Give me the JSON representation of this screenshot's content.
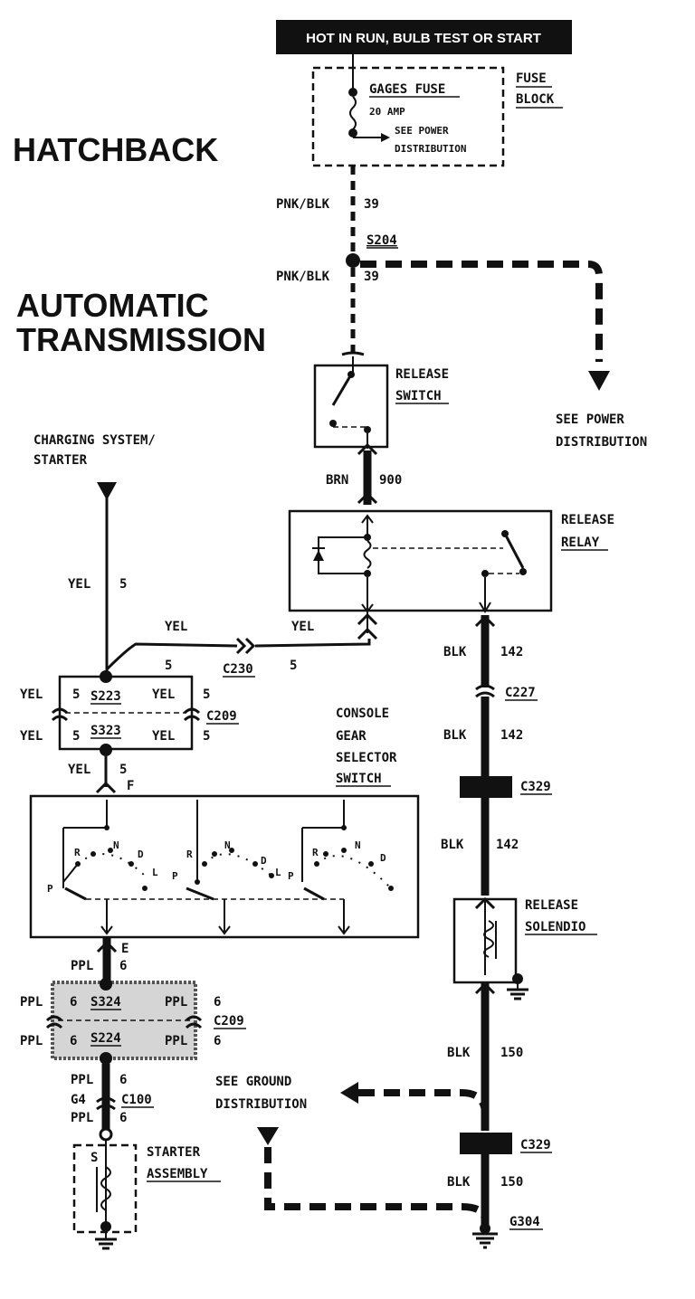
{
  "header": {
    "text": "HOT IN RUN, BULB TEST OR START"
  },
  "titles": {
    "line1": "HATCHBACK",
    "line2": "AUTOMATIC",
    "line3": "TRANSMISSION"
  },
  "fuse_block": {
    "label1": "FUSE",
    "label2": "BLOCK",
    "fuse_name": "GAGES FUSE",
    "rating": "20 AMP",
    "note1": "SEE POWER",
    "note2": "DISTRIBUTION"
  },
  "wires": {
    "pnk_blk": "PNK/BLK",
    "w39": "39",
    "brn": "BRN",
    "w900": "900",
    "yel": "YEL",
    "w5": "5",
    "blk": "BLK",
    "w142": "142",
    "w150": "150",
    "ppl": "PPL",
    "w6": "6"
  },
  "splices": {
    "s204": "S204",
    "s223": "S223",
    "s323": "S323",
    "s324": "S324",
    "s224": "S224"
  },
  "connectors": {
    "c230": "C230",
    "c209": "C209",
    "c227": "C227",
    "c329": "C329",
    "c100": "C100",
    "g4": "G4",
    "f": "F",
    "e": "E"
  },
  "power_dist": {
    "line1": "SEE POWER",
    "line2": "DISTRIBUTION"
  },
  "release_switch": {
    "line1": "RELEASE",
    "line2": "SWITCH"
  },
  "release_relay": {
    "line1": "RELEASE",
    "line2": "RELAY"
  },
  "charging": {
    "line1": "CHARGING SYSTEM/",
    "line2": "STARTER"
  },
  "console_switch": {
    "line1": "CONSOLE",
    "line2": "GEAR",
    "line3": "SELECTOR",
    "line4": "SWITCH"
  },
  "gear_positions": {
    "p": "P",
    "r": "R",
    "n": "N",
    "d": "D",
    "l": "L"
  },
  "release_solenoid": {
    "line1": "RELEASE",
    "line2": "SOLENDIO"
  },
  "ground_dist": {
    "line1": "SEE GROUND",
    "line2": "DISTRIBUTION"
  },
  "starter": {
    "line1": "STARTER",
    "line2": "ASSEMBLY",
    "s": "S"
  },
  "ground": {
    "g304": "G304"
  }
}
